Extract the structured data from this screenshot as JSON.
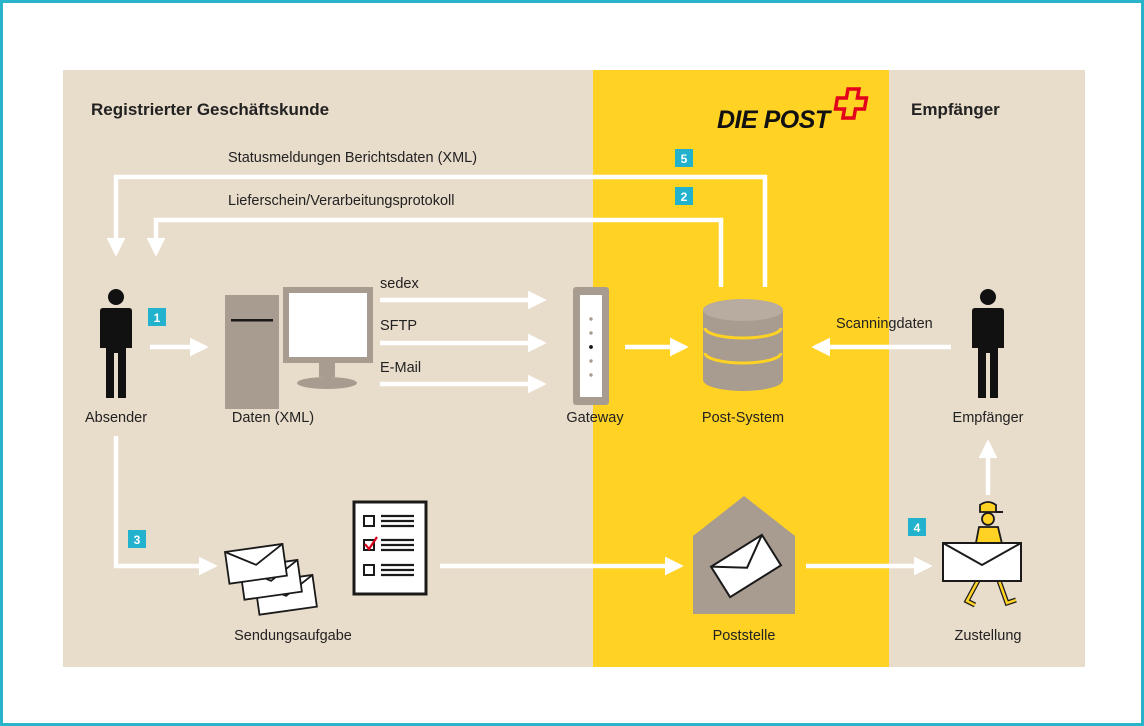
{
  "headers": {
    "left": "Registrierter Geschäftskunde",
    "logo": "DIE POST",
    "right": "Empfänger"
  },
  "flows": {
    "status": "Statusmeldungen Berichtsdaten (XML)",
    "delivery_note": "Lieferschein/Verarbeitungsprotokoll",
    "sedex": "sedex",
    "sftp": "SFTP",
    "email": "E-Mail",
    "scanning": "Scanningdaten"
  },
  "nodes": {
    "sender": "Absender",
    "data": "Daten (XML)",
    "gateway": "Gateway",
    "post_system": "Post-System",
    "recipient": "Empfänger",
    "dispatch": "Sendungsaufgabe",
    "post_office": "Poststelle",
    "delivery": "Zustellung"
  },
  "steps": [
    "1",
    "2",
    "3",
    "4",
    "5"
  ],
  "icons": [
    "person-icon",
    "computer-icon",
    "gateway-icon",
    "database-icon",
    "envelopes-icon",
    "checklist-icon",
    "post-office-icon",
    "postman-icon",
    "swiss-cross-icon"
  ],
  "colors": {
    "frame": "#2ab4cc",
    "customer_bg": "#e8dccb",
    "post_bg": "#ffd223",
    "badge": "#22b2cd",
    "icon_gray": "#a89b8f",
    "arrow": "#ffffff"
  }
}
